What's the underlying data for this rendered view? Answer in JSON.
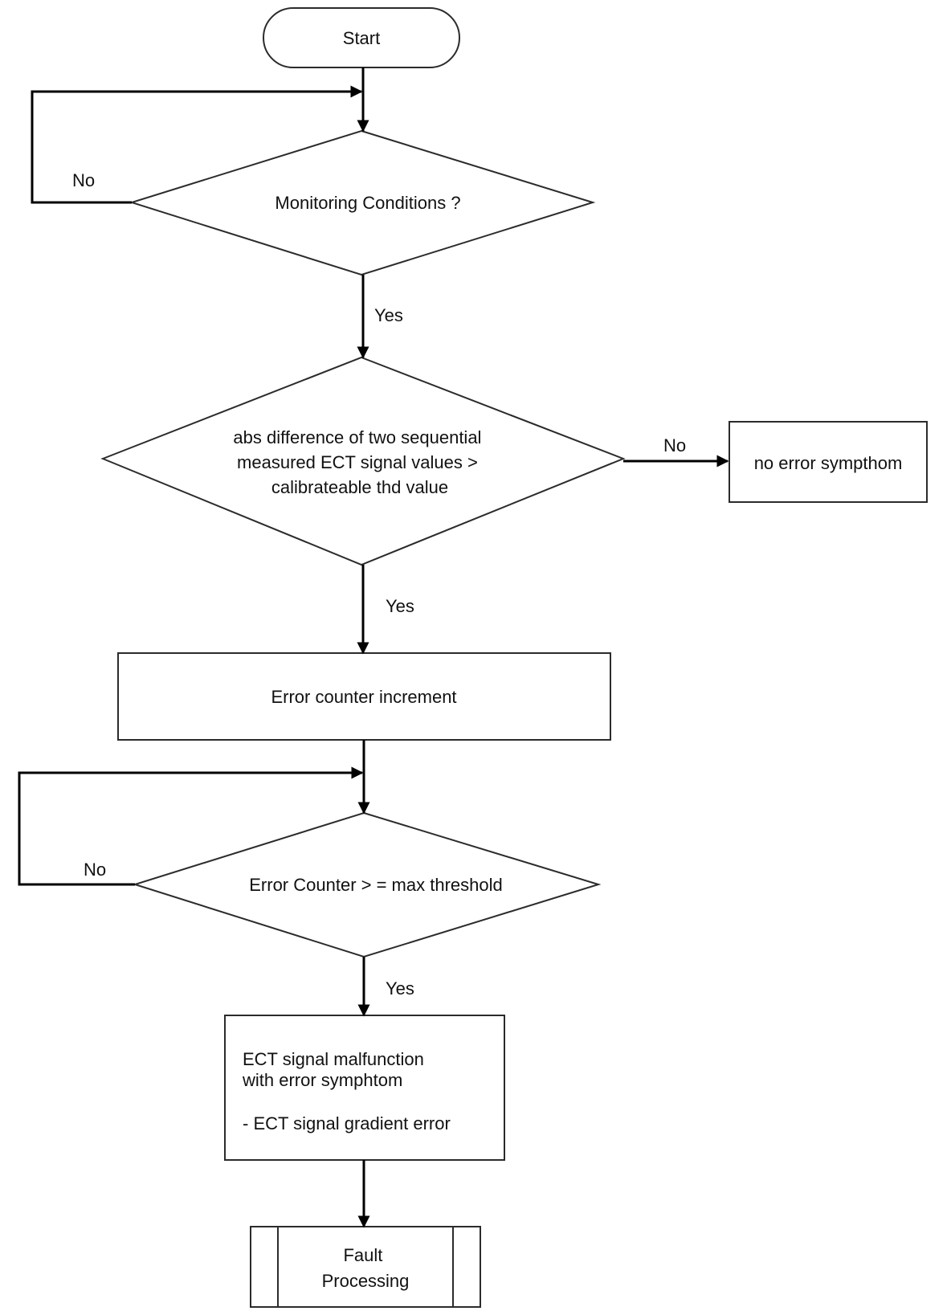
{
  "nodes": {
    "start": "Start",
    "monitoring": "Monitoring Conditions ?",
    "abs_diff": [
      "abs difference of two sequential",
      "measured ECT signal values >",
      "calibrateable thd value"
    ],
    "no_error": "no error sympthom",
    "increment": "Error counter increment",
    "counter_check": "Error Counter > = max threshold",
    "malfunction": [
      "ECT signal malfunction",
      "with error symphtom",
      "- ECT signal gradient error"
    ],
    "fault": [
      "Fault",
      "Processing"
    ]
  },
  "edges": {
    "monitoring_no": "No",
    "monitoring_yes": "Yes",
    "abs_no": "No",
    "abs_yes": "Yes",
    "counter_no": "No",
    "counter_yes": "Yes"
  },
  "colors": {
    "line": "#000000",
    "border": "#2b2b2b",
    "text": "#111111",
    "background": "#ffffff"
  }
}
